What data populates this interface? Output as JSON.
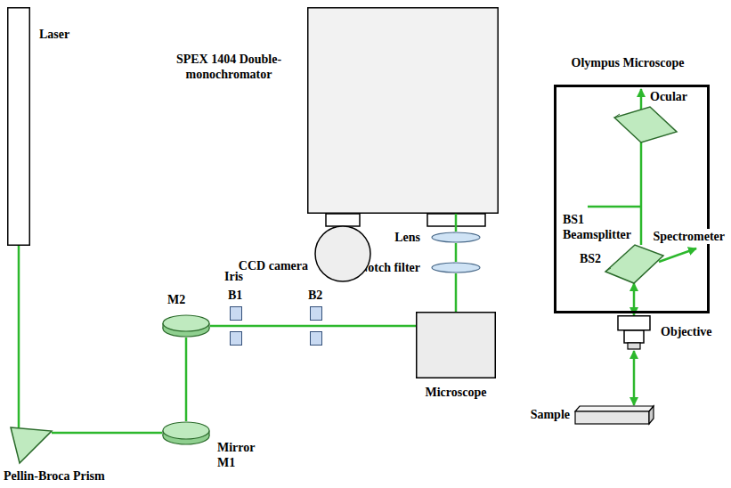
{
  "diagram": {
    "nodes": [
      {
        "text": [
          "Laser"
        ]
      },
      {
        "text": [
          "Pellin-Broca Prism"
        ]
      },
      {
        "text": [
          "Mirror M1"
        ]
      },
      {
        "text": [
          "M2"
        ]
      },
      {
        "text": [
          "B1"
        ]
      },
      {
        "text": [
          "B2"
        ]
      },
      {
        "text": [
          "Microscope"
        ]
      },
      {
        "text": [
          "Notch filter"
        ]
      },
      {
        "text": [
          "Lens"
        ]
      },
      {
        "text": [
          "SPEX 1404 Double-monochromator"
        ]
      },
      {
        "text": [
          "CCD camera"
        ]
      },
      {
        "text": [
          "Olympus Microscope"
        ]
      },
      {
        "text": [
          "BS1 Beamsplitter"
        ],
        "in": 11
      },
      {
        "text": [
          "BS2"
        ],
        "in": 11
      },
      {
        "text": [
          "Objective"
        ]
      },
      {
        "text": [
          "Sample"
        ]
      }
    ],
    "edges": [
      {
        "from": 0,
        "to": 1,
        "arrow": "none"
      },
      {
        "from": 1,
        "to": 2,
        "arrow": "none"
      },
      {
        "from": 2,
        "to": 3,
        "arrow": "none"
      },
      {
        "from": 3,
        "to": 4,
        "arrow": "none"
      },
      {
        "from": 4,
        "to": 5,
        "arrow": "none"
      },
      {
        "from": 5,
        "to": 6,
        "arrow": "none"
      },
      {
        "from": 6,
        "to": 7,
        "arrow": "none"
      },
      {
        "from": 7,
        "to": 8,
        "arrow": "none"
      },
      {
        "from": 8,
        "to": 9,
        "arrow": "none"
      },
      {
        "from": 12,
        "to": 13,
        "arrow": "none"
      },
      {
        "from": 13,
        "to": 14,
        "arrow": "both"
      },
      {
        "from": 14,
        "to": 15,
        "arrow": "both"
      }
    ],
    "labels": [
      "Iris",
      "Ocular",
      "Spectrometer"
    ]
  }
}
